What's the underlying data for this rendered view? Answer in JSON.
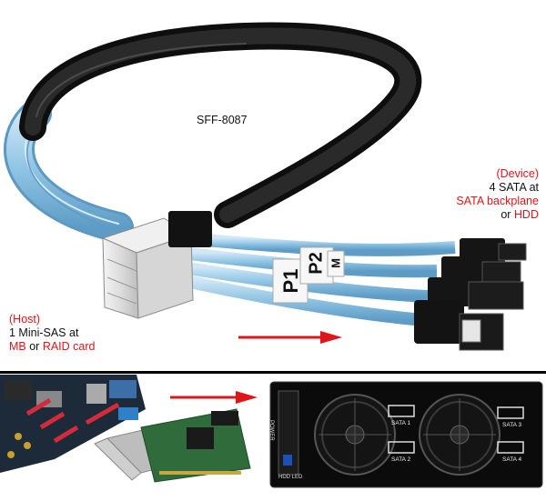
{
  "labels": {
    "connector": "SFF-8087",
    "device_heading": "(Device)",
    "device_line1": "4 SATA at",
    "device_line2": "SATA backplane",
    "device_line3_prefix": "or ",
    "device_line3_highlight": "HDD",
    "host_heading": "(Host)",
    "host_line1": "1 Mini-SAS at",
    "host_line2_highlight_a": "MB",
    "host_line2_middle": " or ",
    "host_line2_highlight_b": "RAID card"
  },
  "tags": {
    "p1": "P1",
    "p2": "P2",
    "p3": "M"
  },
  "enclosure": {
    "ports": [
      "SATA 1",
      "SATA 2",
      "SATA 3",
      "SATA 4"
    ],
    "power_label": "POWER",
    "hdd_led_label": "HDD LED"
  },
  "colors": {
    "highlight": "#e0141b",
    "cable_blue": "#8ec3e3",
    "sleeve": "#141414",
    "divider": "#000000"
  }
}
